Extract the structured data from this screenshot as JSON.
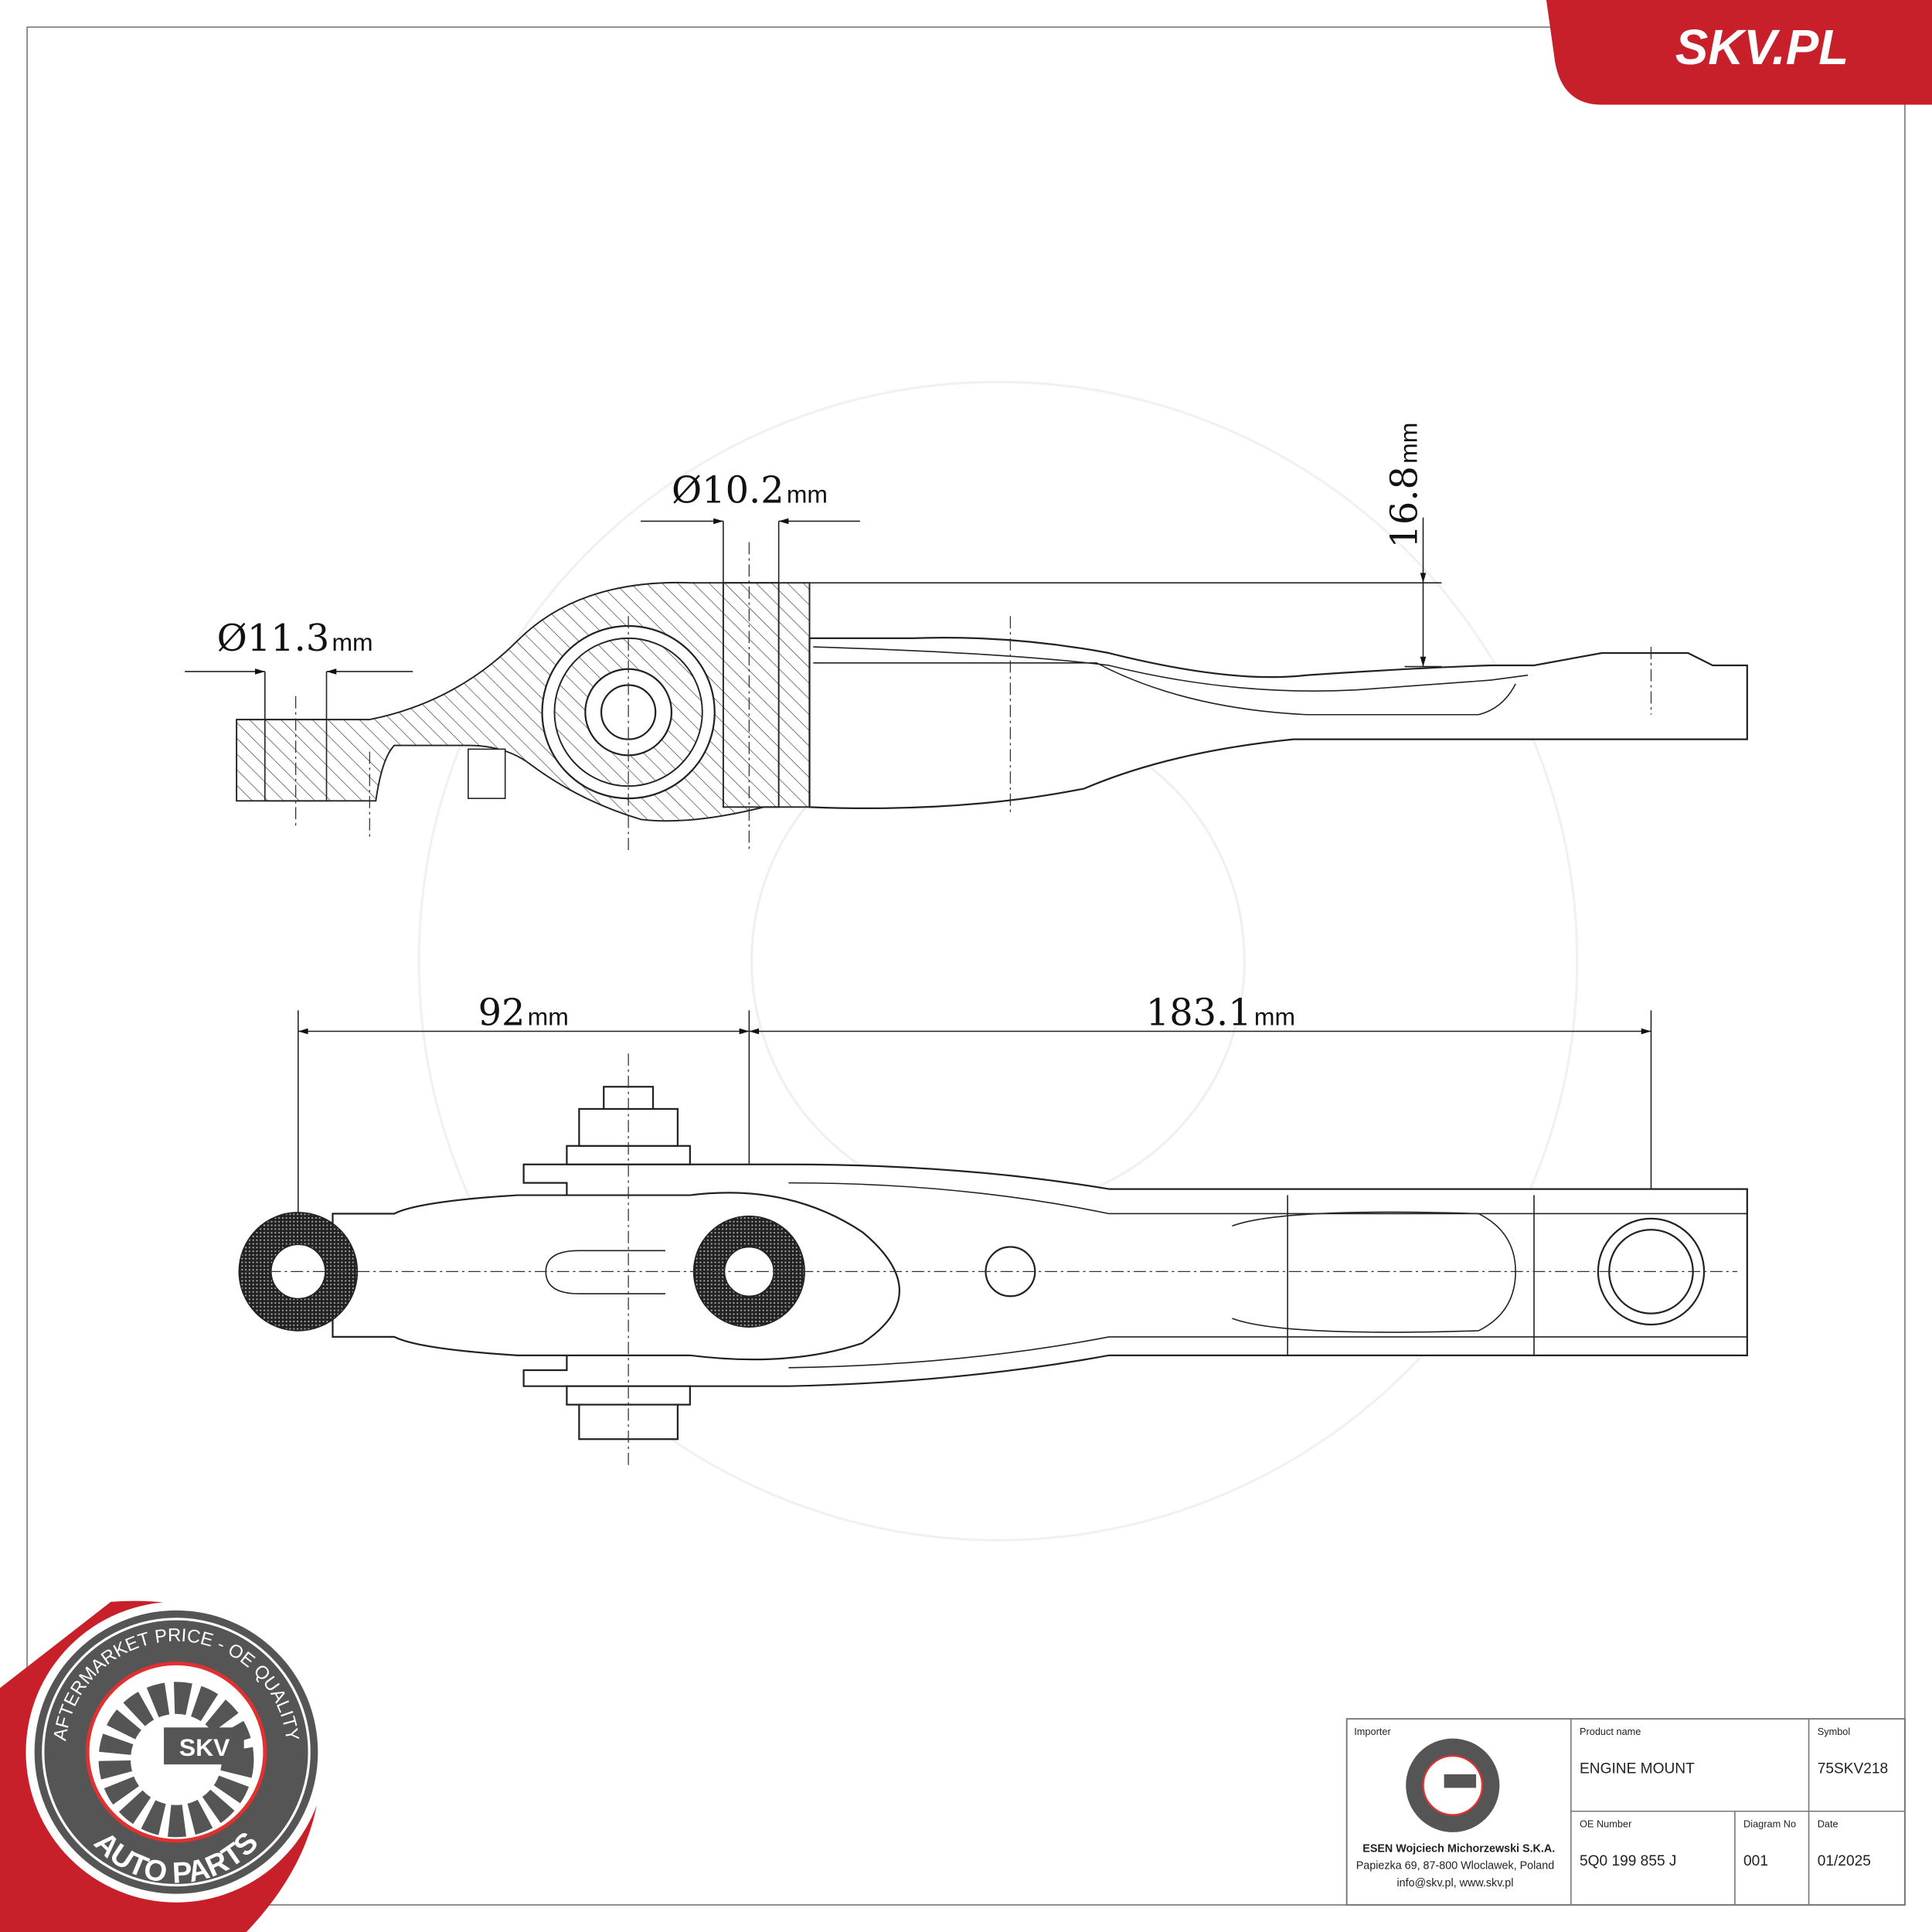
{
  "brand": {
    "name": "SKV.PL",
    "red": "#c8202a",
    "gray": "#555555"
  },
  "badge": {
    "top_text": "AFTERMARKET PRICE - OE QUALITY",
    "center_text": "SKV",
    "bottom_text": "AUTO PARTS"
  },
  "dimensions": {
    "bolt_hole_diameter": {
      "value": "Ø11.3",
      "unit": "mm"
    },
    "pin_diameter": {
      "value": "Ø10.2",
      "unit": "mm"
    },
    "height": {
      "value": "16.8",
      "unit": "mm"
    },
    "distance_1": {
      "value": "92",
      "unit": "mm"
    },
    "distance_2": {
      "value": "183.1",
      "unit": "mm"
    }
  },
  "title_block": {
    "importer_label": "Importer",
    "importer_name": "ESEN Wojciech Michorzewski S.K.A.",
    "importer_address": "Papiezka 69, 87-800 Wloclawek, Poland",
    "importer_contact": "info@skv.pl, www.skv.pl",
    "product_name_label": "Product name",
    "product_name": "ENGINE MOUNT",
    "symbol_label": "Symbol",
    "symbol": "75SKV218",
    "oe_number_label": "OE Number",
    "oe_number": "5Q0 199 855 J",
    "diagram_no_label": "Diagram No",
    "diagram_no": "001",
    "date_label": "Date",
    "date": "01/2025"
  }
}
